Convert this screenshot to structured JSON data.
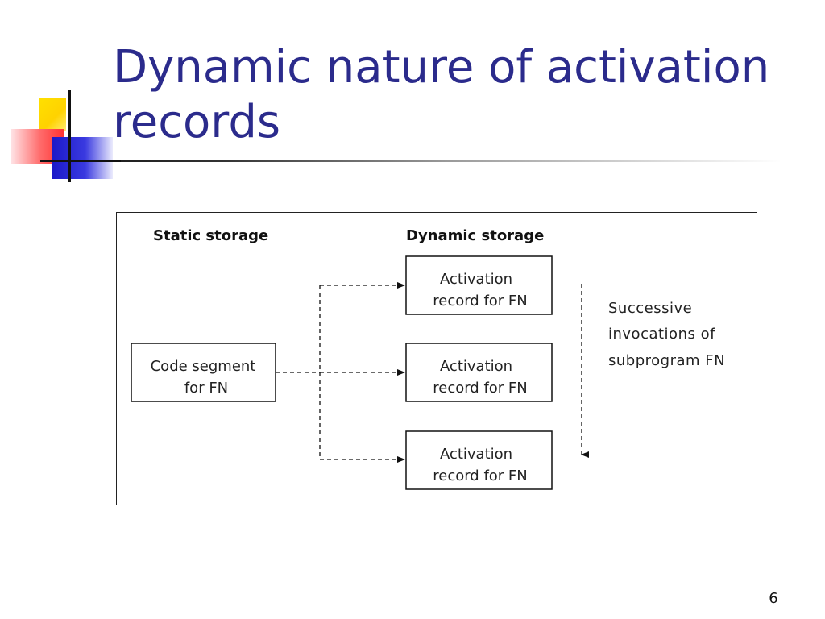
{
  "slide": {
    "title": "Dynamic nature of activation records",
    "page_number": "6"
  },
  "diagram": {
    "static_heading": "Static storage",
    "dynamic_heading": "Dynamic storage",
    "code_segment": {
      "line1": "Code segment",
      "line2": "for FN"
    },
    "activation_records": [
      {
        "line1": "Activation",
        "line2": "record for FN"
      },
      {
        "line1": "Activation",
        "line2": "record for FN"
      },
      {
        "line1": "Activation",
        "line2": "record for FN"
      }
    ],
    "note": {
      "line1": "Successive",
      "line2": "invocations of",
      "line3": "subprogram FN"
    }
  },
  "colors": {
    "title": "#2b2b8c",
    "logo_yellow": "#ffd200",
    "logo_red": "#ff4040",
    "logo_blue": "#1a18c8"
  },
  "icons": [
    "slide-corner-logo"
  ]
}
